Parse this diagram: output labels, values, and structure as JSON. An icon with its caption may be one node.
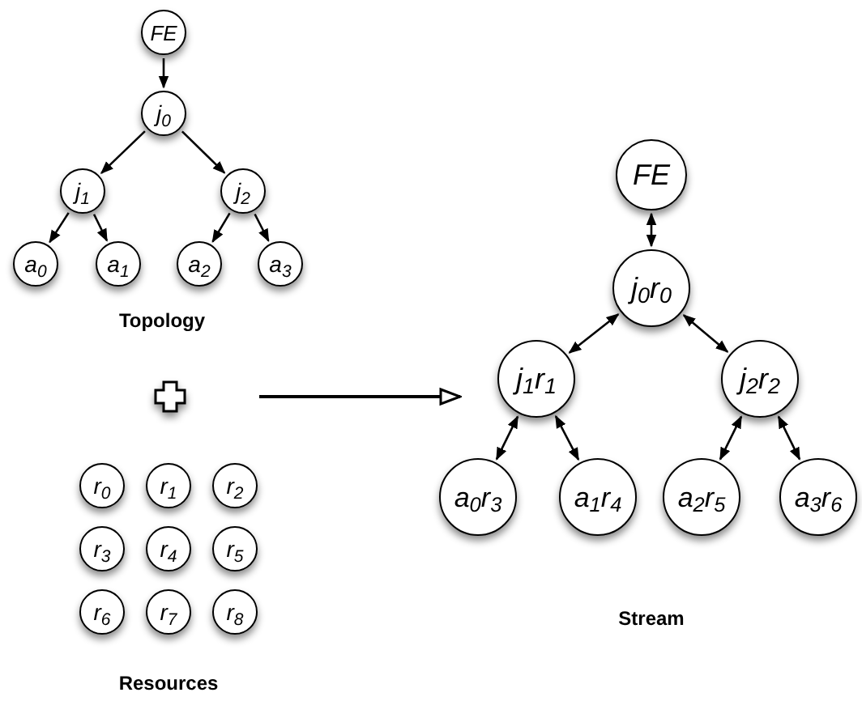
{
  "diagram": {
    "nodes": [
      {
        "text": [
          "FE"
        ]
      },
      {
        "text": [
          "j$_{0}$"
        ]
      },
      {
        "text": [
          "j$_{1}$"
        ]
      },
      {
        "text": [
          "j$_{2}$"
        ]
      },
      {
        "text": [
          "a$_{0}$"
        ]
      },
      {
        "text": [
          "a$_{1}$"
        ]
      },
      {
        "text": [
          "a$_{2}$"
        ]
      },
      {
        "text": [
          "a$_{3}$"
        ]
      },
      {
        "text": [
          "r$_{0}$"
        ]
      },
      {
        "text": [
          "r$_{1}$"
        ]
      },
      {
        "text": [
          "r$_{2}$"
        ]
      },
      {
        "text": [
          "r$_{3}$"
        ]
      },
      {
        "text": [
          "r$_{4}$"
        ]
      },
      {
        "text": [
          "r$_{5}$"
        ]
      },
      {
        "text": [
          "r$_{6}$"
        ]
      },
      {
        "text": [
          "r$_{7}$"
        ]
      },
      {
        "text": [
          "r$_{8}$"
        ]
      },
      {
        "text": [
          "FE"
        ]
      },
      {
        "text": [
          "j$_{0}$r$_{0}$"
        ]
      },
      {
        "text": [
          "j$_{1}$r$_{1}$"
        ]
      },
      {
        "text": [
          "j$_{2}$r$_{2}$"
        ]
      },
      {
        "text": [
          "a$_{0}$r$_{3}$"
        ]
      },
      {
        "text": [
          "a$_{1}$r$_{4}$"
        ]
      },
      {
        "text": [
          "a$_{2}$r$_{5}$"
        ]
      },
      {
        "text": [
          "a$_{3}$r$_{6}$"
        ]
      }
    ],
    "edges": [
      {
        "from": 0,
        "to": 1,
        "arrow": "to"
      },
      {
        "from": 1,
        "to": 2,
        "arrow": "to"
      },
      {
        "from": 1,
        "to": 3,
        "arrow": "to"
      },
      {
        "from": 2,
        "to": 4,
        "arrow": "to"
      },
      {
        "from": 2,
        "to": 5,
        "arrow": "to"
      },
      {
        "from": 3,
        "to": 6,
        "arrow": "to"
      },
      {
        "from": 3,
        "to": 7,
        "arrow": "to"
      },
      {
        "from": null,
        "to": 19,
        "arrow": "to"
      },
      {
        "from": 17,
        "to": 18,
        "arrow": "both"
      },
      {
        "from": 18,
        "to": 19,
        "arrow": "both"
      },
      {
        "from": 18,
        "to": 20,
        "arrow": "both"
      },
      {
        "from": 19,
        "to": 21,
        "arrow": "both"
      },
      {
        "from": 19,
        "to": 22,
        "arrow": "both"
      },
      {
        "from": 20,
        "to": 23,
        "arrow": "both"
      },
      {
        "from": 20,
        "to": 24,
        "arrow": "both"
      }
    ],
    "labels": [
      "Topology",
      "Resources",
      "Stream"
    ]
  }
}
